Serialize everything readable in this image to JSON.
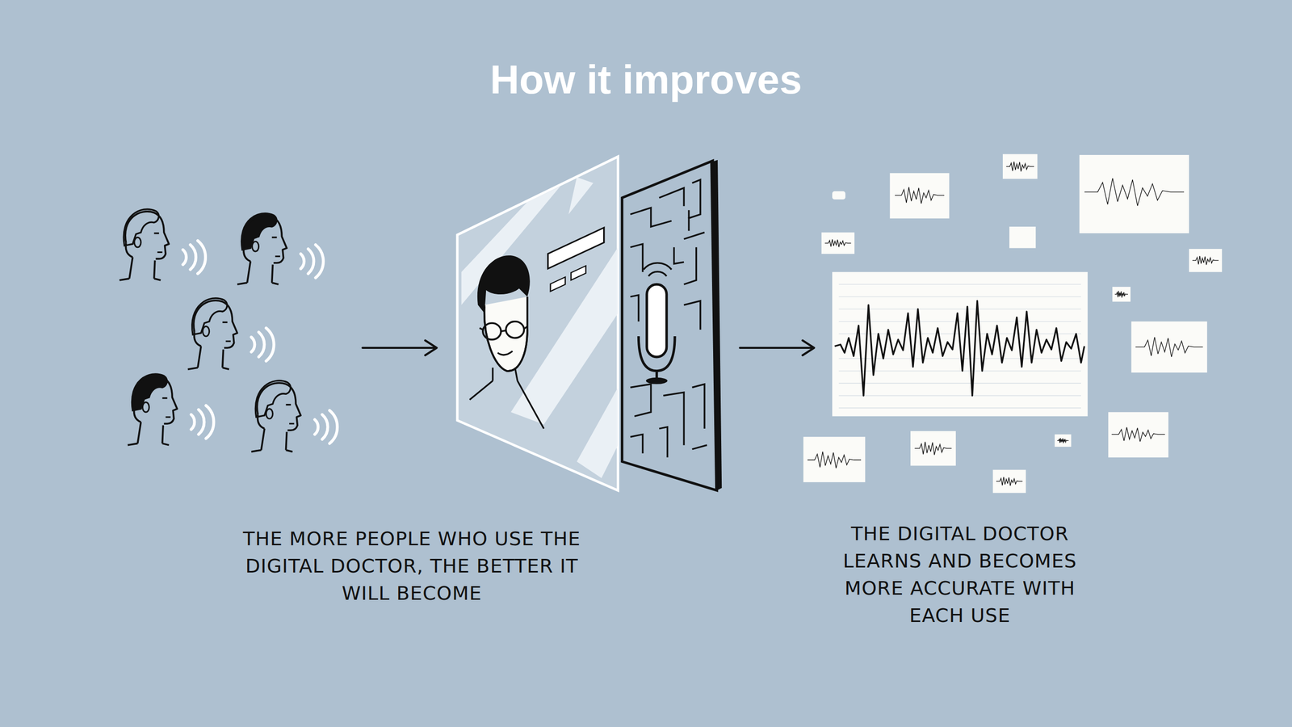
{
  "diagram": {
    "title": "How it improves",
    "labels": [
      "THE MORE PEOPLE WHO USE THE DIGITAL DOCTOR, THE BETTER IT WILL BECOME",
      "THE DIGITAL DOCTOR LEARNS AND BECOMES MORE ACCURATE WITH EACH USE"
    ]
  }
}
